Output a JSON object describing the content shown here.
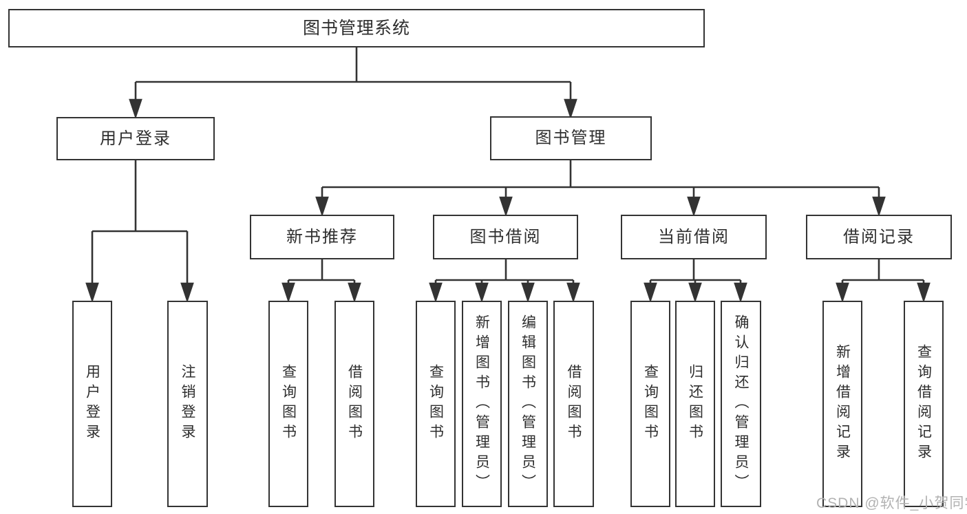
{
  "diagram": {
    "title": "图书管理系统",
    "type": "hierarchy-tree",
    "nodes": {
      "root": "图书管理系统",
      "user_login": "用户登录",
      "book_mgmt": "图书管理",
      "new_book_rec": "新书推荐",
      "book_borrow": "图书借阅",
      "current_borrow": "当前借阅",
      "borrow_record": "借阅记录",
      "leaf_user_login": "用户登录",
      "leaf_logout": "注销登录",
      "leaf_query_book_1": "查询图书",
      "leaf_borrow_book_1": "借阅图书",
      "leaf_query_book_2": "查询图书",
      "leaf_add_book": "新增图书（管理员）",
      "leaf_edit_book": "编辑图书（管理员）",
      "leaf_borrow_book_2": "借阅图书",
      "leaf_query_book_3": "查询图书",
      "leaf_return_book": "归还图书",
      "leaf_confirm_return": "确认归还（管理员）",
      "leaf_add_borrow_record": "新增借阅记录",
      "leaf_query_borrow_record": "查询借阅记录"
    },
    "structure": {
      "图书管理系统": {
        "用户登录": [
          "用户登录",
          "注销登录"
        ],
        "图书管理": {
          "新书推荐": [
            "查询图书",
            "借阅图书"
          ],
          "图书借阅": [
            "查询图书",
            "新增图书（管理员）",
            "编辑图书（管理员）",
            "借阅图书"
          ],
          "当前借阅": [
            "查询图书",
            "归还图书",
            "确认归还（管理员）"
          ],
          "借阅记录": [
            "新增借阅记录",
            "查询借阅记录"
          ]
        }
      }
    },
    "colors": {
      "line": "#333333",
      "box_border": "#333333",
      "text": "#2e2e2e",
      "background": "#ffffff",
      "watermark": "#b2b2b2"
    }
  },
  "watermark": {
    "text": "CSDN @软件_小贺同学"
  }
}
